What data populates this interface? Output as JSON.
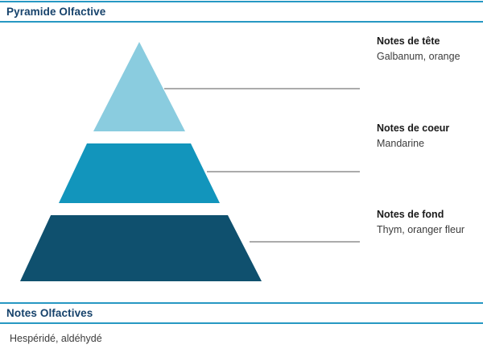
{
  "page": {
    "title": "Pyramide Olfactive",
    "title_color": "#16426b",
    "accent_color": "#2798c3"
  },
  "pyramid": {
    "connector_color": "#ababab",
    "tiers": [
      {
        "name": "Notes de tête",
        "notes": "Galbanum, orange",
        "color": "#8accdf"
      },
      {
        "name": "Notes de coeur",
        "notes": "Mandarine",
        "color": "#1295bc"
      },
      {
        "name": "Notes de fond",
        "notes": "Thym, oranger fleur",
        "color": "#0f506e"
      }
    ]
  },
  "notes_section": {
    "title": "Notes Olfactives",
    "content": "Hespéridé, aldéhydé"
  }
}
